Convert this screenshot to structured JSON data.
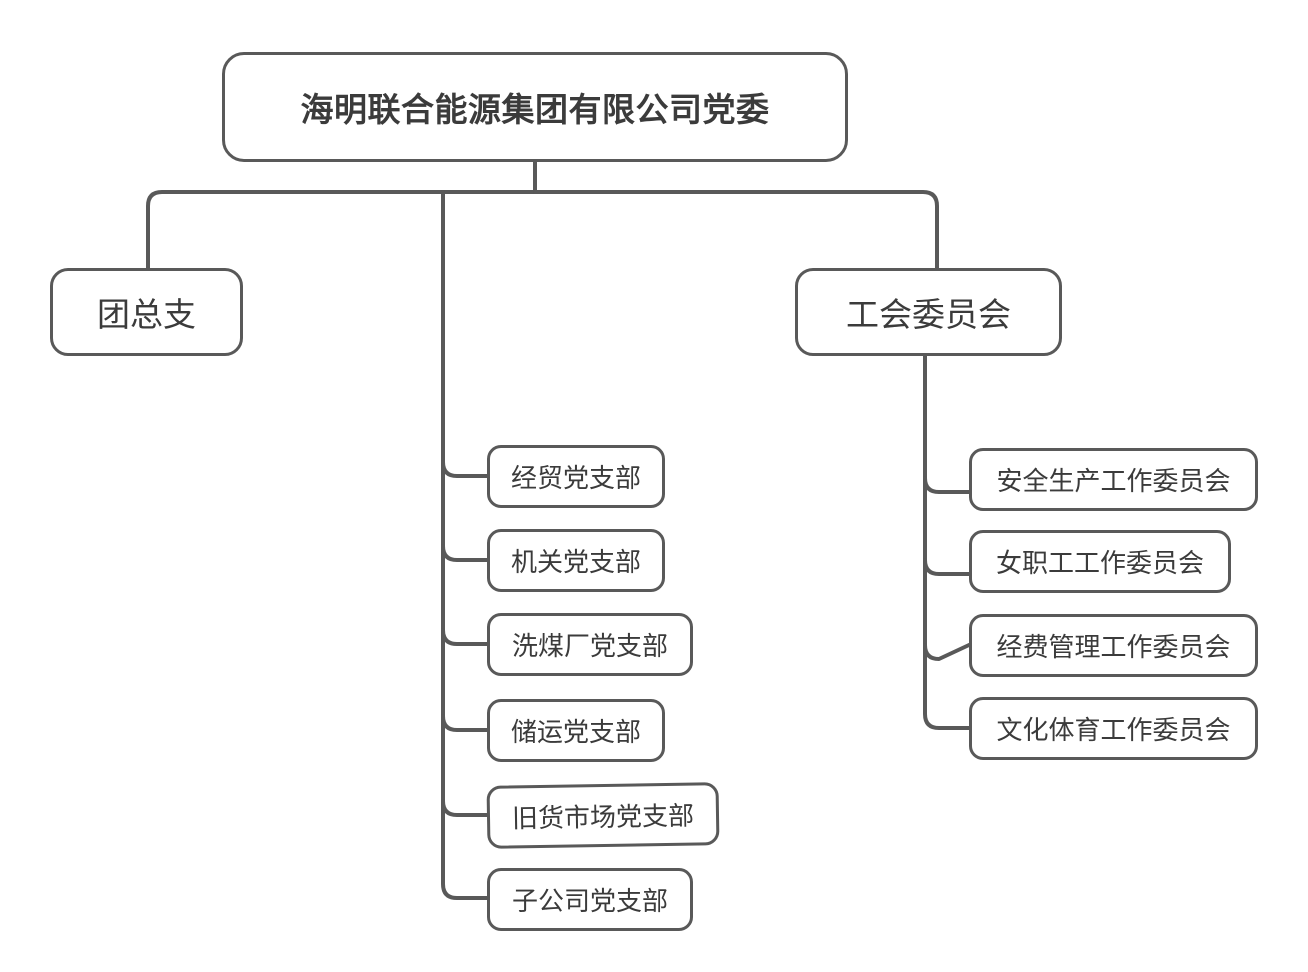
{
  "diagram": {
    "type": "org-chart",
    "title_node": "海明联合能源集团有限公司党委",
    "colors": {
      "stroke": "#595959",
      "text": "#3b3b3b",
      "background": "#ffffff"
    },
    "root": {
      "label": "海明联合能源集团有限公司党委"
    },
    "branches": [
      {
        "id": "youth-league",
        "label": "团总支",
        "children": []
      },
      {
        "id": "party-branches",
        "label": "",
        "children": [
          {
            "label": "经贸党支部"
          },
          {
            "label": "机关党支部"
          },
          {
            "label": "洗煤厂党支部"
          },
          {
            "label": "储运党支部"
          },
          {
            "label": "旧货市场党支部"
          },
          {
            "label": "子公司党支部"
          }
        ]
      },
      {
        "id": "labor-union",
        "label": "工会委员会",
        "children": [
          {
            "label": "安全生产工作委员会"
          },
          {
            "label": "女职工工作委员会"
          },
          {
            "label": "经费管理工作委员会"
          },
          {
            "label": "文化体育工作委员会"
          }
        ]
      }
    ]
  }
}
